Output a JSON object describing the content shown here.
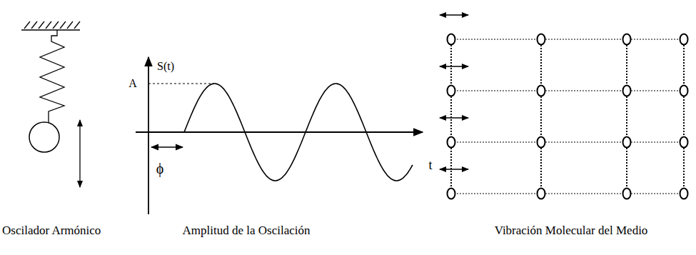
{
  "diagram": {
    "labels": [
      "S(t)",
      "A",
      "ϕ",
      "t",
      "Oscilador Armónico",
      "Amplitud de la Oscilación",
      "Vibración Molecular del Medio"
    ]
  }
}
